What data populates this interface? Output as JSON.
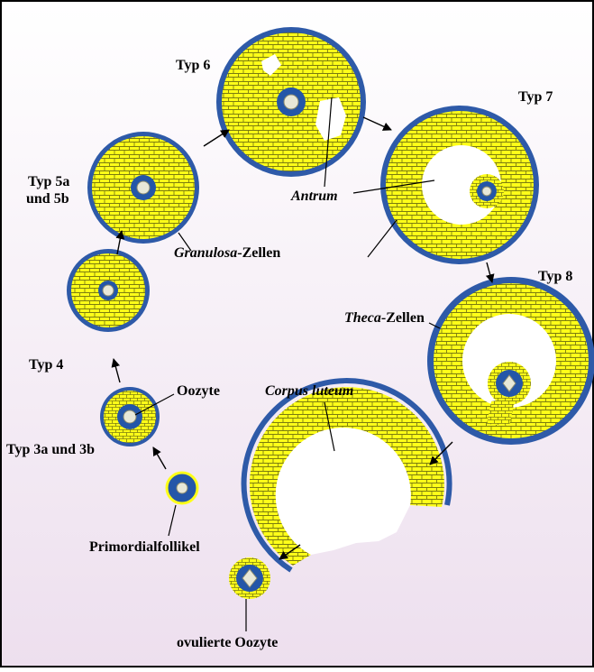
{
  "labels": {
    "typ6": "Typ 6",
    "typ7": "Typ 7",
    "typ5_line1": "Typ 5a",
    "typ5_line2": "und 5b",
    "antrum": "Antrum",
    "granulosa_italic": "Granulosa",
    "granulosa_rest": "-Zellen",
    "typ8": "Typ 8",
    "theca_italic": "Theca",
    "theca_rest": "-Zellen",
    "typ4": "Typ 4",
    "oozyte": "Oozyte",
    "corpus_luteum": "Corpus luteum",
    "typ3": "Typ 3a und 3b",
    "primordialfollikel": "Primordialfollikel",
    "ovulierte_oozyte": "ovulierte Oozyte"
  },
  "colors": {
    "background_top": "#ffffff",
    "background_bottom": "#eddfee",
    "border": "#000000",
    "granulosa_fill": "#ffff19",
    "granulosa_cell_line": "#7b7b10",
    "theca_blue": "#2e5aa8",
    "oocyte_ring": "#2456a8",
    "oocyte_core": "#e8e8d8",
    "antrum_white": "#ffffff"
  }
}
